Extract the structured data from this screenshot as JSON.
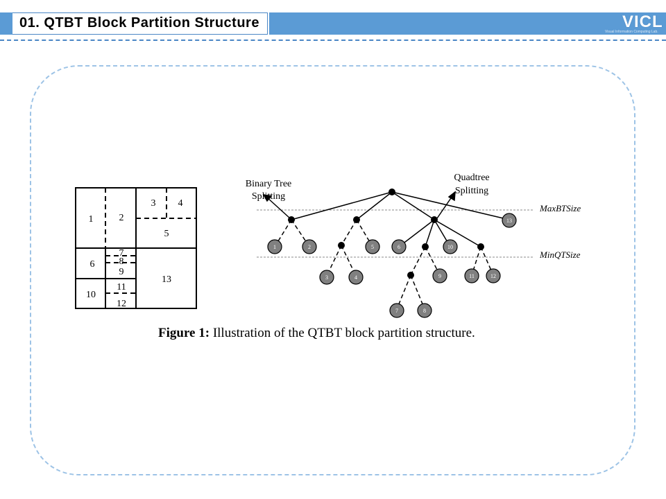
{
  "header": {
    "title": "01. QTBT Block Partition Structure",
    "logo": "VICL",
    "logo_subtitle": "Visual Information Computing Lab.",
    "accent_color": "#5b9bd5"
  },
  "figure": {
    "caption_label": "Figure 1:",
    "caption_text": " Illustration of the QTBT block partition structure.",
    "binary_tree_label_1": "Binary Tree",
    "binary_tree_label_2": "Splitting",
    "quadtree_label_1": "Quadtree",
    "quadtree_label_2": "Splitting",
    "max_bt_label": "MaxBTSize",
    "min_qt_label": "MinQTSize",
    "block_labels": [
      "1",
      "2",
      "3",
      "4",
      "5",
      "6",
      "7",
      "8",
      "9",
      "10",
      "11",
      "12",
      "13"
    ],
    "leaf_labels": [
      "1",
      "2",
      "3",
      "4",
      "5",
      "6",
      "7",
      "8",
      "9",
      "10",
      "11",
      "12",
      "13"
    ]
  }
}
